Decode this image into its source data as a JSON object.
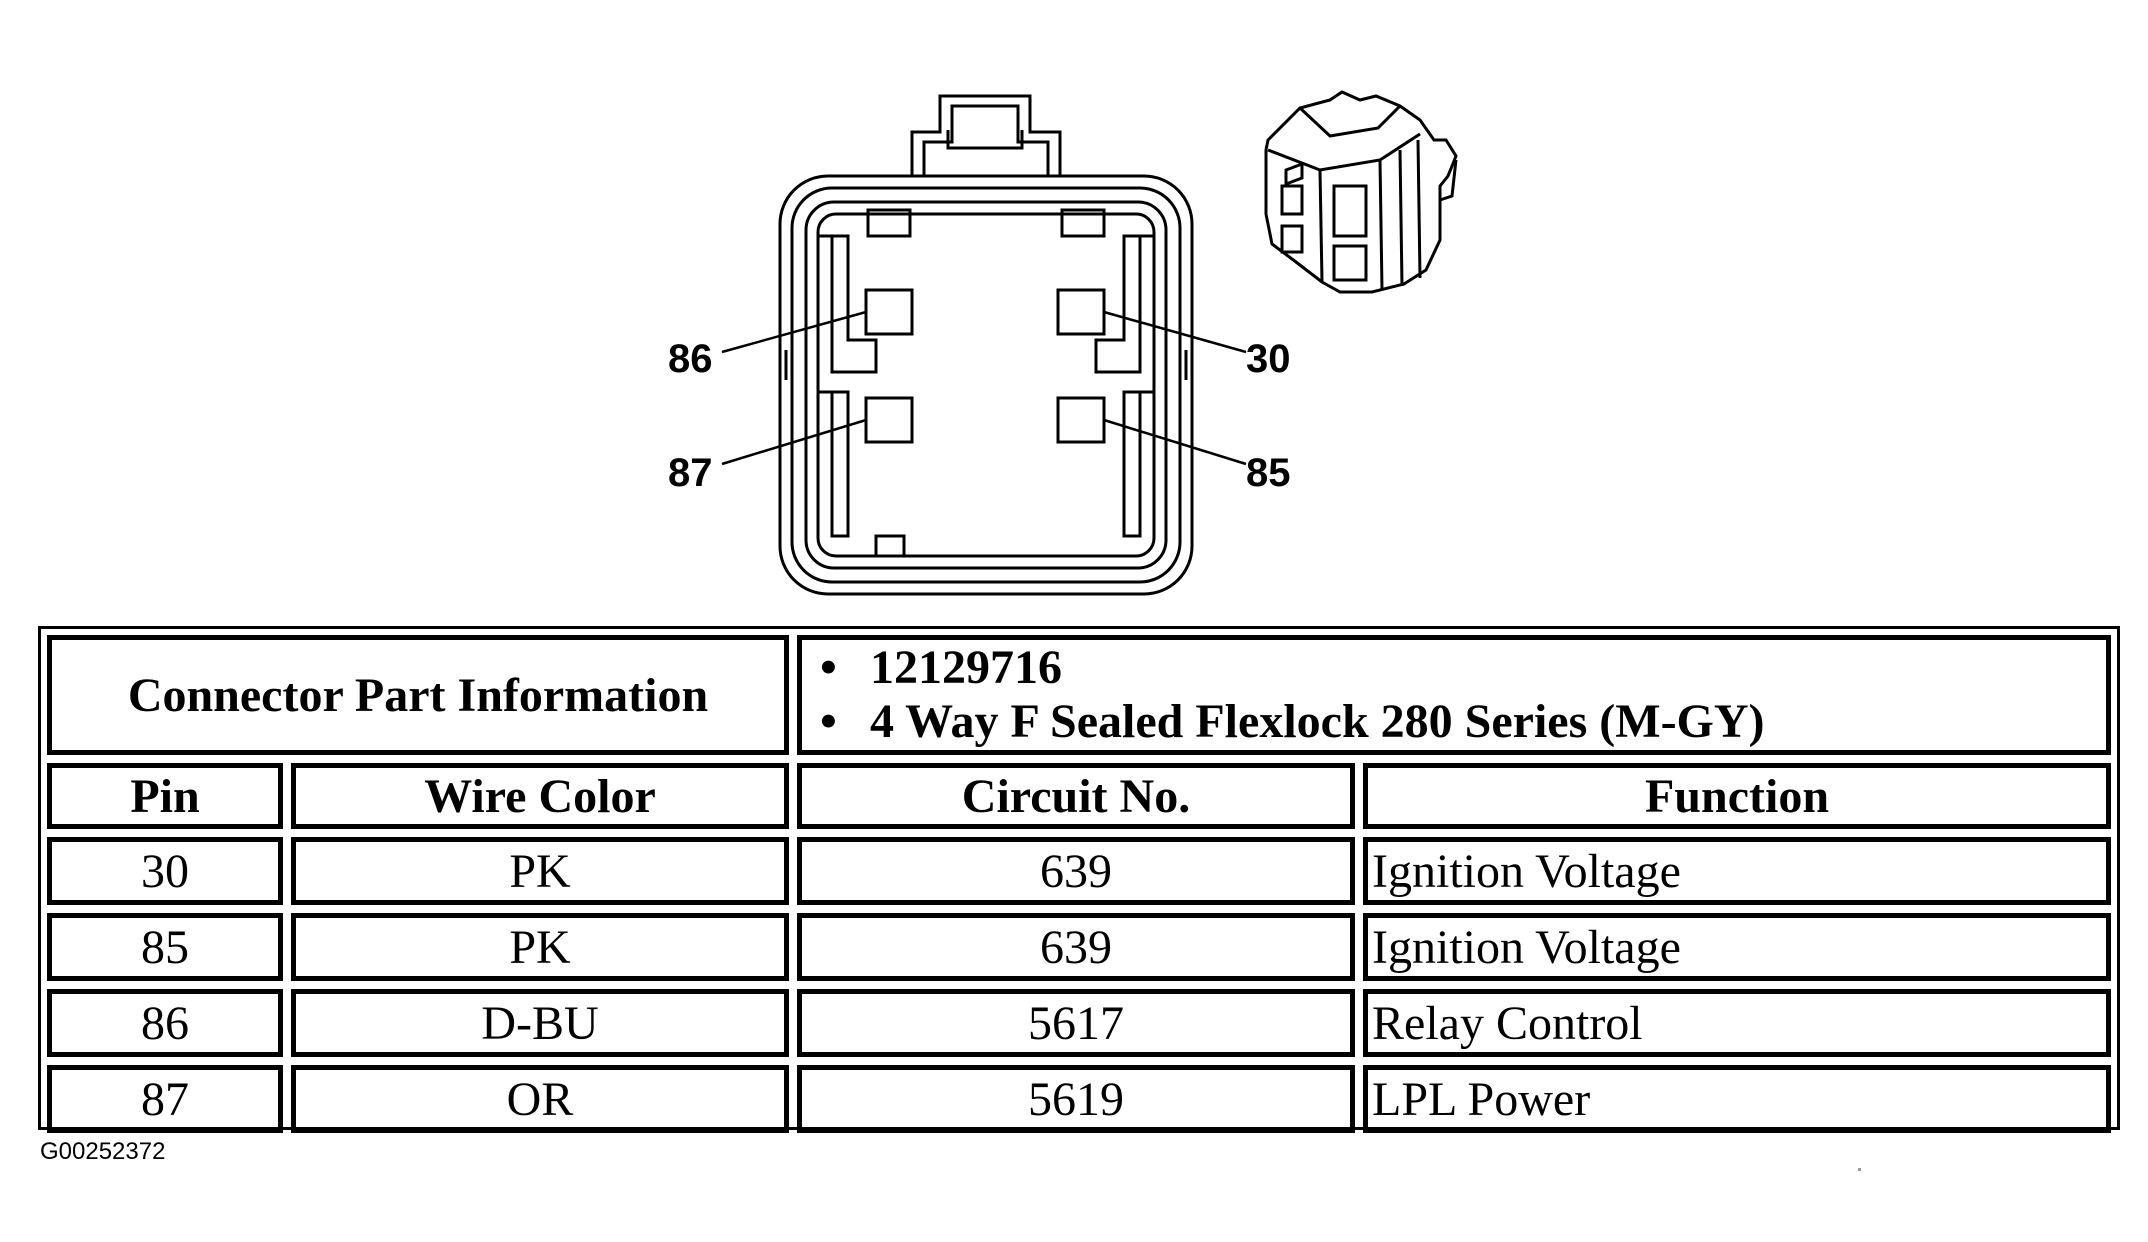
{
  "diagram": {
    "pin_labels": [
      "86",
      "87",
      "30",
      "85"
    ]
  },
  "connector_info": {
    "label": "Connector Part Information",
    "details": [
      "12129716",
      "4 Way F Sealed Flexlock 280 Series (M-GY)"
    ]
  },
  "table": {
    "headers": [
      "Pin",
      "Wire Color",
      "Circuit No.",
      "Function"
    ],
    "rows": [
      {
        "pin": "30",
        "wire_color": "PK",
        "circuit": "639",
        "function": "Ignition Voltage"
      },
      {
        "pin": "85",
        "wire_color": "PK",
        "circuit": "639",
        "function": "Ignition Voltage"
      },
      {
        "pin": "86",
        "wire_color": "D-BU",
        "circuit": "5617",
        "function": "Relay Control"
      },
      {
        "pin": "87",
        "wire_color": "OR",
        "circuit": "5619",
        "function": "LPL Power"
      }
    ]
  },
  "figure_id": "G00252372"
}
